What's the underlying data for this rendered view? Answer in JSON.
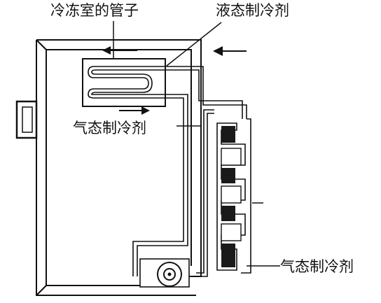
{
  "labels": {
    "freezer_pipe": "冷冻室的管子",
    "liquid_refrigerant": "液态制冷剂",
    "gas_refrigerant_top": "气态制冷剂",
    "gas_refrigerant_bottom": "气态制冷剂"
  },
  "colors": {
    "line": "#111111",
    "background": "#ffffff"
  }
}
